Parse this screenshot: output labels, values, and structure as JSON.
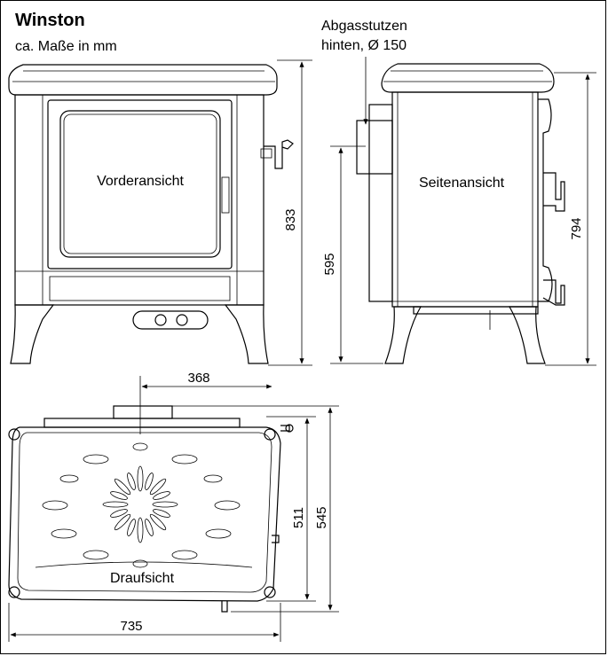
{
  "header": {
    "title": "Winston",
    "subtitle": "ca. Maße in mm"
  },
  "annotation": {
    "flue_line1": "Abgasstutzen",
    "flue_line2": "hinten, Ø 150"
  },
  "views": {
    "front": "Vorderansicht",
    "side": "Seitenansicht",
    "top": "Draufsicht"
  },
  "dimensions": {
    "front_height": "833",
    "flue_height": "595",
    "side_height": "794",
    "flue_offset": "368",
    "top_depth_inner": "511",
    "top_depth_outer": "545",
    "top_width": "735"
  }
}
